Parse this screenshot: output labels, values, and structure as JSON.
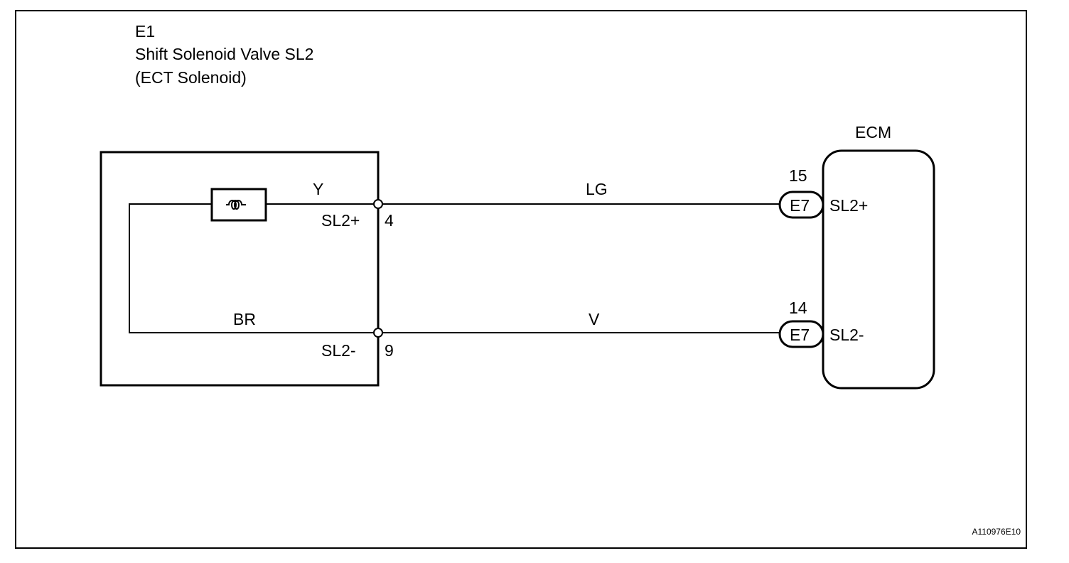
{
  "component": {
    "code": "E1",
    "name": "Shift Solenoid Valve SL2",
    "subtitle": "(ECT Solenoid)"
  },
  "ecm": {
    "label": "ECM"
  },
  "wires": {
    "solenoid_lead": "Y",
    "return_lead": "BR",
    "plus_harness": "LG",
    "minus_harness": "V"
  },
  "component_pins": {
    "plus": {
      "name": "SL2+",
      "number": "4"
    },
    "minus": {
      "name": "SL2-",
      "number": "9"
    }
  },
  "ecm_pins": {
    "plus": {
      "connector": "E7",
      "number": "15",
      "name": "SL2+"
    },
    "minus": {
      "connector": "E7",
      "number": "14",
      "name": "SL2-"
    }
  },
  "figure_id": "A110976E10"
}
